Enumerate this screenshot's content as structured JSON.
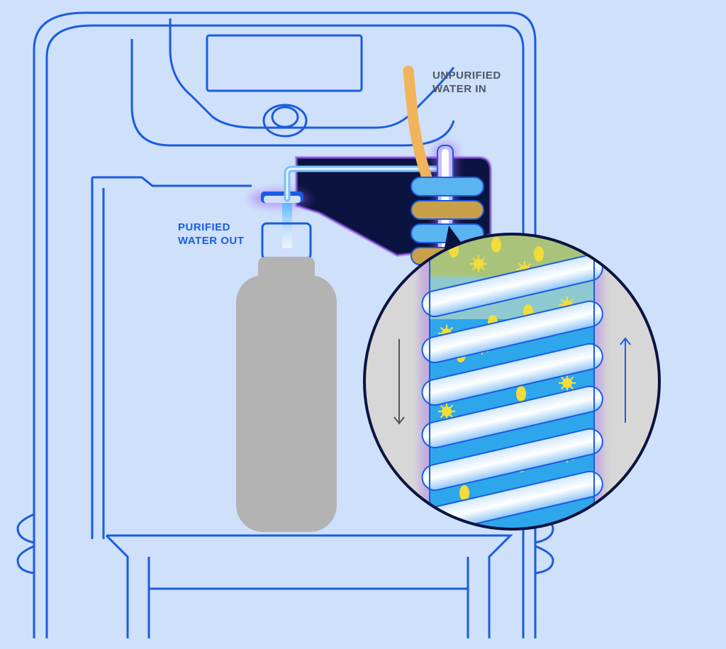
{
  "labels": {
    "unpurified_in": {
      "line1": "UNPURIFIED",
      "line2": "WATER IN"
    },
    "purified_out": {
      "line1": "PURIFIED",
      "line2": "WATER OUT"
    }
  },
  "colors": {
    "background": "#cfe0fb",
    "outline": "#1a5ce0",
    "label_in": "#4d5566",
    "label_out": "#1a5ce0",
    "inlet_tube": "#f1b45a",
    "uv_chamber": "#0b1340",
    "uv_glow": "#9b5cf0",
    "coil_water": "#2ea6ec",
    "contaminant": "#f2dc3a",
    "bottle": "#b3b3b3",
    "flow_down_arrow": "#555555",
    "flow_up_arrow": "#1a5ce0"
  },
  "icons": {
    "flow_down": "arrow-down-icon",
    "flow_up": "arrow-up-icon",
    "contaminant_round": "bacteria-icon",
    "contaminant_spiky": "virus-icon"
  }
}
